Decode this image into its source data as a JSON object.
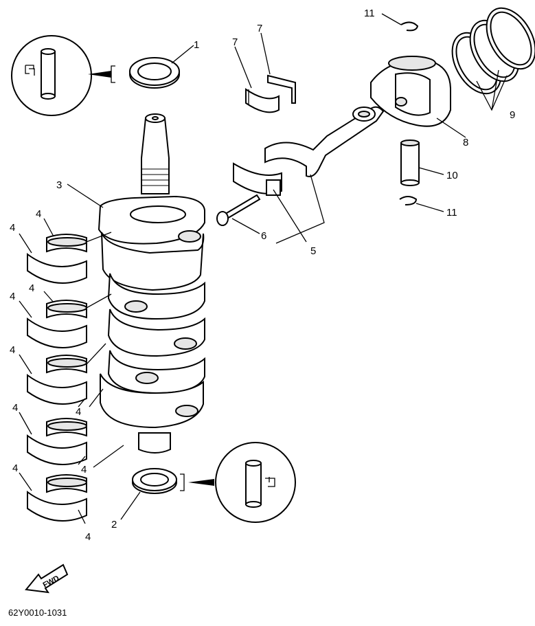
{
  "diagram": {
    "part_numbers": {
      "p1": "1",
      "p2": "2",
      "p3": "3",
      "p4": "4",
      "p5": "5",
      "p6": "6",
      "p7": "7",
      "p8": "8",
      "p9": "9",
      "p10": "10",
      "p11": "11"
    },
    "fwd_label": "FWD",
    "drawing_code": "62Y0010-1031"
  }
}
